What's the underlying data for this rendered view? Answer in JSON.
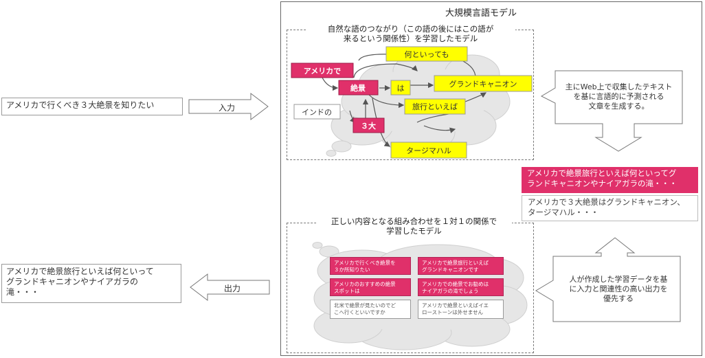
{
  "left": {
    "input_text": "アメリカで行くべき３大絶景を知りたい",
    "output_text": "アメリカで絶景旅行といえば何といって\nグランドキャニオンやナイアガラの\n滝・・・",
    "input_label": "入力",
    "output_label": "出力"
  },
  "model": {
    "title": "大規模言語モデル",
    "section1_title": "自然な語のつながり（この語の後にはこの語が\n来るという関係性）を学習したモデル",
    "section2_title": "正しい内容となる組み合わせを１対１の関係で\n学習したモデル",
    "nodes": {
      "america": "アメリカで",
      "zekkei": "絶景",
      "indo": "インドの",
      "sandai": "３大",
      "nanto": "何といっても",
      "wa": "は",
      "grand": "グランドキャニオン",
      "ryoko": "旅行といえば",
      "taj": "タージマハル"
    },
    "cards": [
      {
        "text": "アメリカで行くべき絶景を\n３か所知りたい",
        "style": "pink"
      },
      {
        "text": "アメリカで絶景旅行といえば\nグランドキャニオンです",
        "style": "pink"
      },
      {
        "text": "アメリカのおすすめの絶景\nスポットは",
        "style": "pink"
      },
      {
        "text": "アメリカでの絶景でお勧めは\nナイアガラの滝でしょう",
        "style": "pink"
      },
      {
        "text": "北米で絶景が見たいのでど\nこへ行くといいですか",
        "style": "white"
      },
      {
        "text": "アメリカで絶景といえばイエ\nローストーンは外せません",
        "style": "white"
      }
    ],
    "note1": "主にWeb上で収集したテキスト\nを基に言語的に予測される\n文章を生成する。",
    "note2": "人が作成した学習データを基\nに入力と関連性の高い出力を\n優先する",
    "output_pink": "アメリカで絶景旅行といえば何といってグ\nランドキャニオンやナイアガラの滝・・・",
    "output_white": "アメリカで３大絶景はグランドキャニオン、\nタージマハル・・・"
  },
  "colors": {
    "pink": "#e0306a",
    "yellow": "#ffff00",
    "cloud": "#e6e6e6"
  }
}
